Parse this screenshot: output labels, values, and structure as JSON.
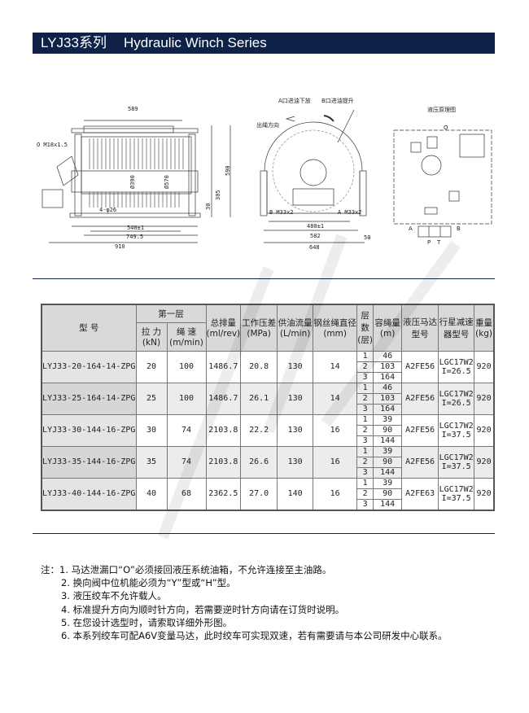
{
  "header": {
    "series": "LYJ33系列",
    "title": "Hydraulic Winch Series"
  },
  "drawing": {
    "side": {
      "d589": "589",
      "port": "O M18x1.5",
      "d390": "Ø390",
      "d570": "Ø570",
      "holes": "4-φ26",
      "d540": "540±1",
      "d749": "749.5",
      "d910": "910",
      "d30": "30",
      "d305": "305",
      "d590": "590"
    },
    "front": {
      "a_label": "A口进油下放",
      "b_label": "B口进油提升",
      "rope_dir": "出绳方向",
      "b_port": "B M33x2",
      "a_port": "A M33x2",
      "d480": "480±1",
      "d582": "582",
      "d648": "648",
      "d50": "50"
    },
    "schematic": {
      "title": "液压原理图",
      "o": "O",
      "a": "A",
      "b": "B",
      "p": "P",
      "t": "T"
    }
  },
  "table": {
    "headers": {
      "model": "型 号",
      "first_layer": "第一层",
      "pull": "拉 力",
      "pull_unit": "(kN)",
      "speed": "绳 速",
      "speed_unit": "(m/min)",
      "disp": "总排量",
      "disp_unit": "(ml/rev)",
      "pressure": "工作压差",
      "pressure_unit": "(MPa)",
      "flow": "供油流量",
      "flow_unit": "(L/min)",
      "rope": "钢丝绳直径",
      "rope_unit": "(mm)",
      "layers": "层数",
      "layers_unit": "(层)",
      "capacity": "容绳量",
      "capacity_unit": "(m)",
      "motor": "液压马达",
      "motor2": "型号",
      "reducer": "行星减速",
      "reducer2": "器型号",
      "weight": "重量",
      "weight_unit": "(kg)"
    },
    "rows": [
      {
        "model": "LYJ33-20-164-14-ZPG",
        "pull": "20",
        "speed": "100",
        "disp": "1486.7",
        "pressure": "20.8",
        "flow": "130",
        "rope": "14",
        "layers": [
          "1",
          "2",
          "3"
        ],
        "capacity": [
          "46",
          "103",
          "164"
        ],
        "motor": "A2FE56",
        "reducer": "LGC17W2",
        "ratio": "I=26.5",
        "weight": "920"
      },
      {
        "model": "LYJ33-25-164-14-ZPG",
        "pull": "25",
        "speed": "100",
        "disp": "1486.7",
        "pressure": "26.1",
        "flow": "130",
        "rope": "14",
        "layers": [
          "1",
          "2",
          "3"
        ],
        "capacity": [
          "46",
          "103",
          "164"
        ],
        "motor": "A2FE56",
        "reducer": "LGC17W2",
        "ratio": "I=26.5",
        "weight": "920"
      },
      {
        "model": "LYJ33-30-144-16-ZPG",
        "pull": "30",
        "speed": "74",
        "disp": "2103.8",
        "pressure": "22.2",
        "flow": "130",
        "rope": "16",
        "layers": [
          "1",
          "2",
          "3"
        ],
        "capacity": [
          "39",
          "90",
          "144"
        ],
        "motor": "A2FE56",
        "reducer": "LGC17W2",
        "ratio": "I=37.5",
        "weight": "920"
      },
      {
        "model": "LYJ33-35-144-16-ZPG",
        "pull": "35",
        "speed": "74",
        "disp": "2103.8",
        "pressure": "26.6",
        "flow": "130",
        "rope": "16",
        "layers": [
          "1",
          "2",
          "3"
        ],
        "capacity": [
          "39",
          "90",
          "144"
        ],
        "motor": "A2FE56",
        "reducer": "LGC17W2",
        "ratio": "I=37.5",
        "weight": "920"
      },
      {
        "model": "LYJ33-40-144-16-ZPG",
        "pull": "40",
        "speed": "68",
        "disp": "2362.5",
        "pressure": "27.0",
        "flow": "140",
        "rope": "16",
        "layers": [
          "1",
          "2",
          "3"
        ],
        "capacity": [
          "39",
          "90",
          "144"
        ],
        "motor": "A2FE63",
        "reducer": "LGC17W2",
        "ratio": "I=37.5",
        "weight": "920"
      }
    ]
  },
  "notes": [
    "注：1. 马达泄漏口“O”必须接回液压系统油箱，不允许连接至主油路。",
    "2. 换向阀中位机能必须为“Y”型或“H”型。",
    "3. 液压绞车不允许载人。",
    "4. 标准提升方向为顺时针方向，若需要逆时针方向请在订货时说明。",
    "5. 在您设计选型时，请索取详细外形图。",
    "6. 本系列绞车可配A6V变量马达，此时绞车可实现双速，若有需要请与本公司研发中心联系。"
  ]
}
